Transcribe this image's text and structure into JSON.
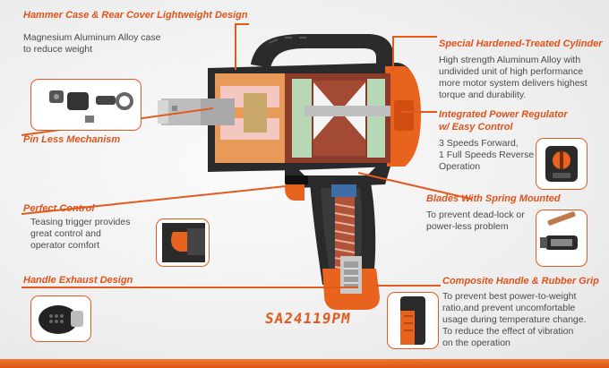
{
  "model": "SA24119PM",
  "features": {
    "hammer_case": {
      "title": "Hammer Case & Rear Cover Lightweight Design",
      "desc": [
        "Magnesium Aluminum Alloy case",
        "to reduce weight"
      ]
    },
    "pin_less": {
      "title": "Pin Less Mechanism"
    },
    "perfect_control": {
      "title": "Perfect Control",
      "desc": [
        "Teasing trigger provides",
        "great control and",
        "operator comfort"
      ]
    },
    "handle_exhaust": {
      "title": "Handle Exhaust Design"
    },
    "cylinder": {
      "title": "Special Hardened-Treated Cylinder",
      "desc": [
        "High strength Aluminum Alloy with",
        "undivided unit of high performance",
        "more motor system delivers highest",
        "torque and durability."
      ]
    },
    "regulator": {
      "title": [
        "Integrated Power Regulator",
        "w/ Easy Control"
      ],
      "desc": [
        "3 Speeds Forward,",
        "1 Full Speeds Reverse",
        "Operation"
      ]
    },
    "blades": {
      "title": "Blades With Spring Mounted",
      "desc": [
        "To prevent dead-lock or",
        "power-less problem"
      ]
    },
    "handle_grip": {
      "title": "Composite Handle & Rubber Grip",
      "desc": [
        "To prevent best power-to-weight",
        "ratio,and prevent uncomfortable",
        "usage during temperature change.",
        "To reduce the effect of vibration",
        "on the  operation"
      ]
    }
  },
  "colors": {
    "accent": "#e35a1e",
    "text": "#4a4a4a",
    "tool_body": "#2a2a2a"
  }
}
